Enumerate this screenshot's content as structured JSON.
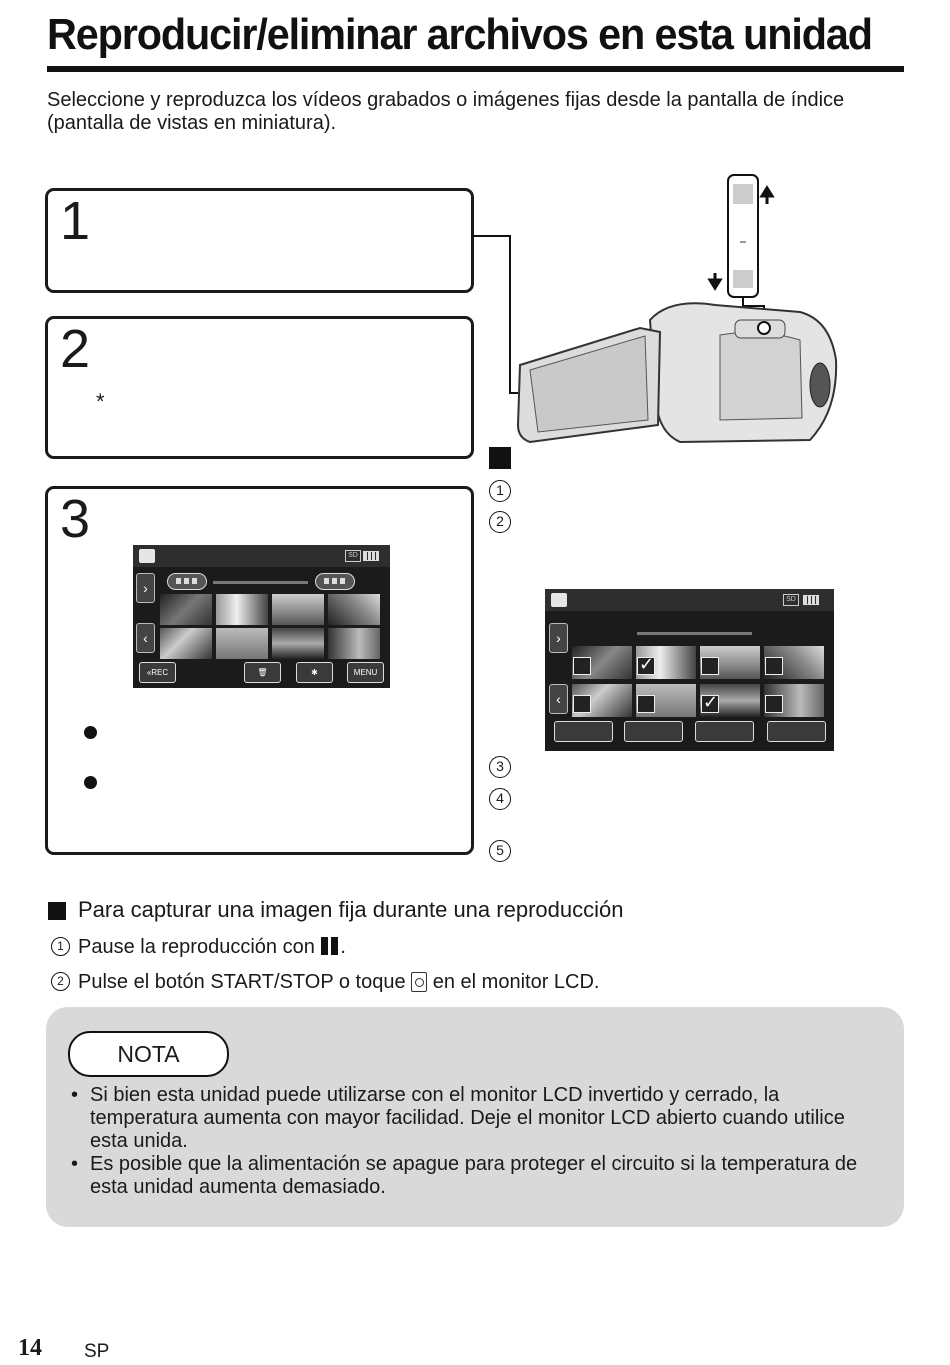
{
  "page": {
    "title": "Reproducir/eliminar archivos en esta unidad",
    "intro": "Seleccione y reproduzca los vídeos grabados o imágenes fijas desde la pantalla de índice (pantalla de vistas en miniatura).",
    "number": "14",
    "lang": "SP"
  },
  "steps": [
    {
      "num": "1"
    },
    {
      "num": "2",
      "asterisk": "*"
    },
    {
      "num": "3"
    }
  ],
  "lcd_main": {
    "sd": "SD",
    "rec_label": "«REC",
    "menu_label": "MENU",
    "icons": [
      "camera-mode-icon",
      "sd-card-icon",
      "battery-icon",
      "trash-icon",
      "gear-icon"
    ]
  },
  "lcd_delete": {
    "sd": "SD",
    "checked": [
      false,
      true,
      false,
      false,
      false,
      false,
      true,
      false
    ]
  },
  "circled_steps": [
    "1",
    "2",
    "3",
    "4",
    "5"
  ],
  "capture": {
    "heading": "Para capturar una imagen fija durante una reproducción",
    "step1_num": "1",
    "step1_prefix": "Pause la reproducción con",
    "step1_suffix": ".",
    "step2_num": "2",
    "step2_prefix": "Pulse el botón START/STOP o toque",
    "step2_suffix": "en el monitor LCD."
  },
  "nota": {
    "label": "NOTA",
    "items": [
      "Si bien esta unidad puede utilizarse con el monitor LCD invertido y cerrado, la temperatura aumenta con mayor facilidad. Deje el monitor LCD abierto cuando utilice esta unida.",
      "Es posible que la alimentación se apague para proteger el circuito si la temperatura de esta unidad aumenta demasiado."
    ]
  }
}
